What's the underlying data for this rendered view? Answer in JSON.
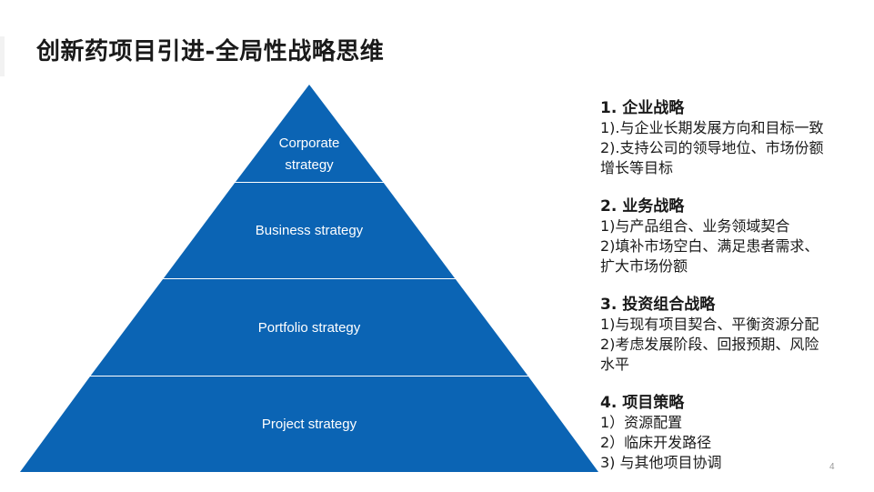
{
  "slide": {
    "title": "创新药项目引进-全局性战略思维",
    "page_number": "4",
    "accent_color": "#0b64b4",
    "text_color": "#1a1a1a"
  },
  "pyramid": {
    "tiers": [
      {
        "lines": [
          "Corporate",
          "strategy"
        ]
      },
      {
        "lines": [
          "Business strategy"
        ]
      },
      {
        "lines": [
          "Portfolio strategy"
        ]
      },
      {
        "lines": [
          "Project strategy"
        ]
      }
    ]
  },
  "strategies": [
    {
      "heading": "1. 企业战略",
      "lines": [
        "1).与企业长期发展方向和目标一致",
        "2).支持公司的领导地位、市场份额",
        "增长等目标"
      ]
    },
    {
      "heading": "2. 业务战略",
      "lines": [
        "1)与产品组合、业务领域契合",
        "2)填补市场空白、满足患者需求、",
        "扩大市场份额"
      ]
    },
    {
      "heading": "3. 投资组合战略",
      "lines": [
        "1)与现有项目契合、平衡资源分配",
        "2)考虑发展阶段、回报预期、风险",
        "水平"
      ]
    },
    {
      "heading": "4. 项目策略",
      "lines": [
        "1）资源配置",
        "2）临床开发路径",
        "3) 与其他项目协调"
      ]
    }
  ]
}
